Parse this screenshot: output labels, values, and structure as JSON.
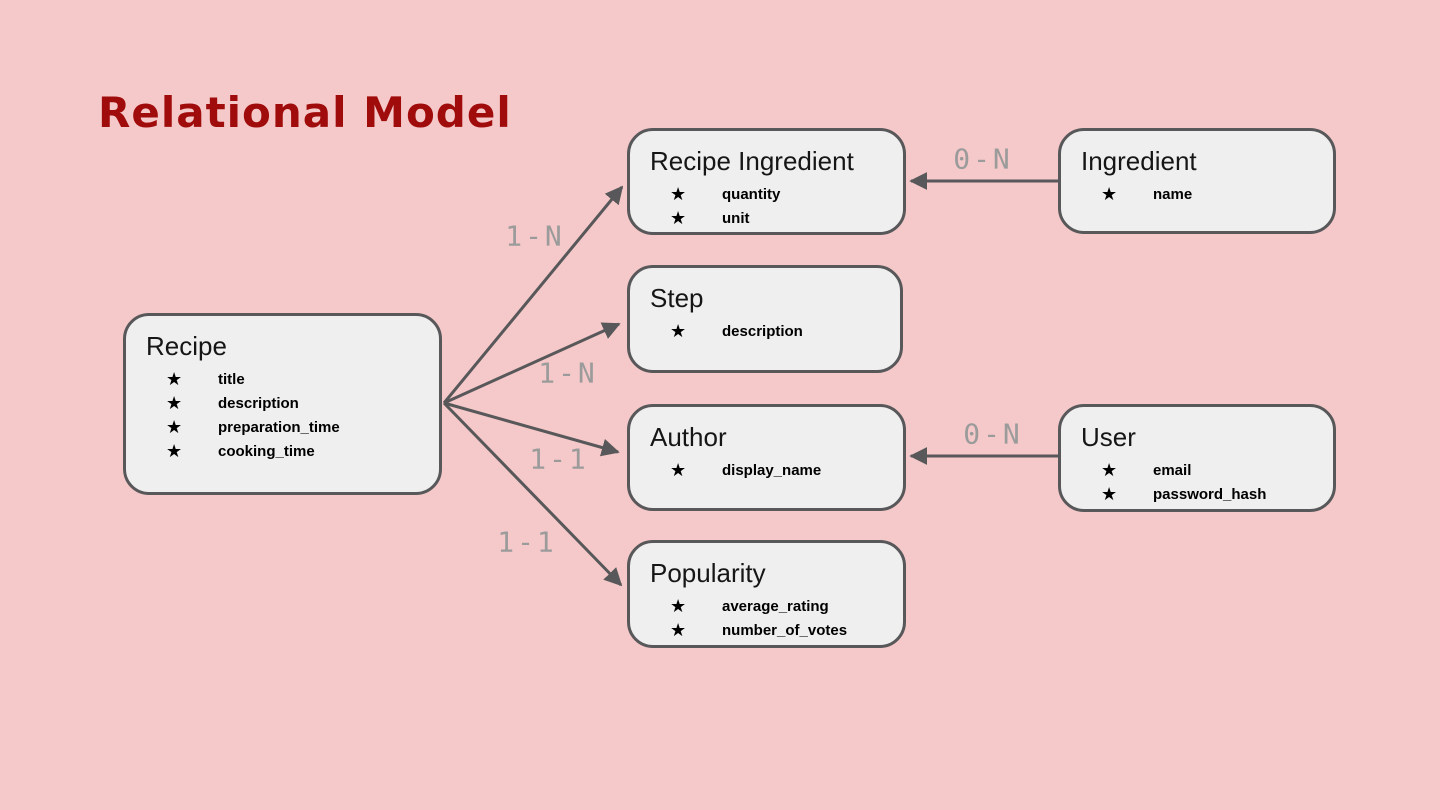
{
  "title": "Relational Model",
  "icons": {
    "star": "★"
  },
  "colors": {
    "background": "#f5c9c9",
    "box_fill": "#efefef",
    "line_gray": "#58585a",
    "title_red": "#a00b0b",
    "cardinality_gray": "#9b9b9b"
  },
  "entities": {
    "recipe": {
      "name": "Recipe",
      "attrs": [
        "title",
        "description",
        "preparation_time",
        "cooking_time"
      ]
    },
    "recipe_ingredient": {
      "name": "Recipe Ingredient",
      "attrs": [
        "quantity",
        "unit"
      ]
    },
    "step": {
      "name": "Step",
      "attrs": [
        "description"
      ]
    },
    "author": {
      "name": "Author",
      "attrs": [
        "display_name"
      ]
    },
    "popularity": {
      "name": "Popularity",
      "attrs": [
        "average_rating",
        "number_of_votes"
      ]
    },
    "ingredient": {
      "name": "Ingredient",
      "attrs": [
        "name"
      ]
    },
    "user": {
      "name": "User",
      "attrs": [
        "email",
        "password_hash"
      ]
    }
  },
  "relations": [
    {
      "from": "Recipe",
      "to": "Recipe Ingredient",
      "label": "1-N"
    },
    {
      "from": "Recipe",
      "to": "Step",
      "label": "1-N"
    },
    {
      "from": "Recipe",
      "to": "Author",
      "label": "1-1"
    },
    {
      "from": "Recipe",
      "to": "Popularity",
      "label": "1-1"
    },
    {
      "from": "Ingredient",
      "to": "Recipe Ingredient",
      "label": "0-N"
    },
    {
      "from": "User",
      "to": "Author",
      "label": "0-N"
    }
  ]
}
